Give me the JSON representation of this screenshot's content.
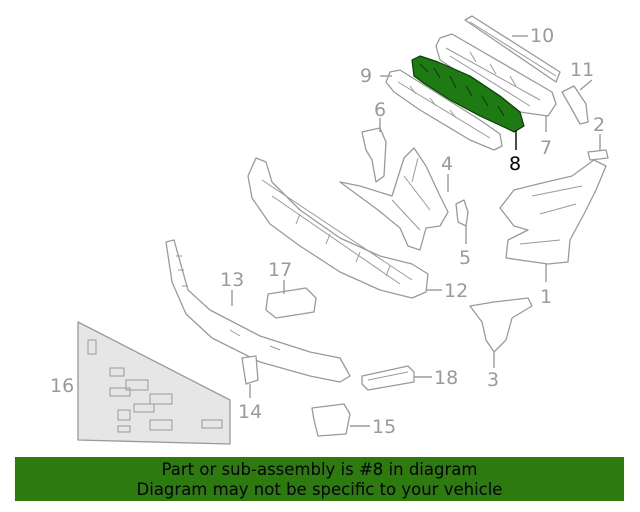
{
  "diagram": {
    "callouts": [
      {
        "id": "1",
        "label": "1"
      },
      {
        "id": "2",
        "label": "2"
      },
      {
        "id": "3",
        "label": "3"
      },
      {
        "id": "4",
        "label": "4"
      },
      {
        "id": "5",
        "label": "5"
      },
      {
        "id": "6",
        "label": "6"
      },
      {
        "id": "7",
        "label": "7"
      },
      {
        "id": "8",
        "label": "8"
      },
      {
        "id": "9",
        "label": "9"
      },
      {
        "id": "10",
        "label": "10"
      },
      {
        "id": "11",
        "label": "11"
      },
      {
        "id": "12",
        "label": "12"
      },
      {
        "id": "13",
        "label": "13"
      },
      {
        "id": "14",
        "label": "14"
      },
      {
        "id": "15",
        "label": "15"
      },
      {
        "id": "16",
        "label": "16"
      },
      {
        "id": "17",
        "label": "17"
      },
      {
        "id": "18",
        "label": "18"
      }
    ],
    "highlighted_part": "8",
    "colors": {
      "line": "#9a9a9a",
      "highlight_fill": "#1e7a12",
      "banner": "#2d7b0e"
    }
  },
  "banner": {
    "line1": "Part or sub-assembly is #8 in diagram",
    "line2": "Diagram may not be specific to your vehicle"
  }
}
